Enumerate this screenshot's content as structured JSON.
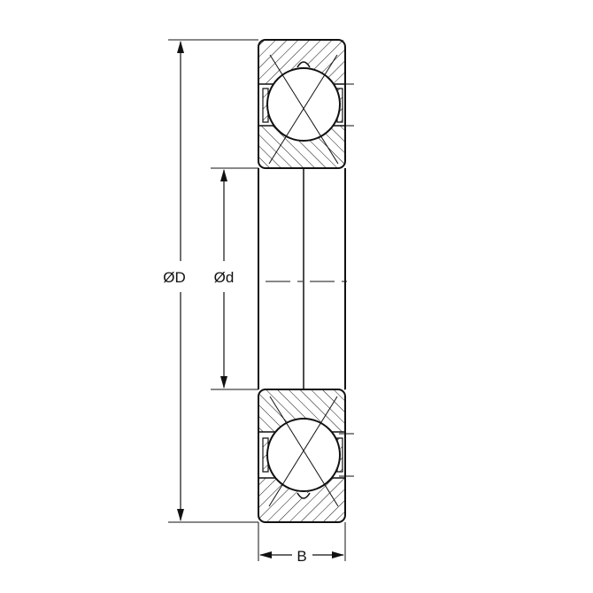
{
  "diagram": {
    "dimensions": {
      "outer_diameter_label": "ØD",
      "bore_diameter_label": "Ød",
      "width_label": "B"
    },
    "colors": {
      "line": "#111111",
      "background": "#ffffff"
    }
  }
}
